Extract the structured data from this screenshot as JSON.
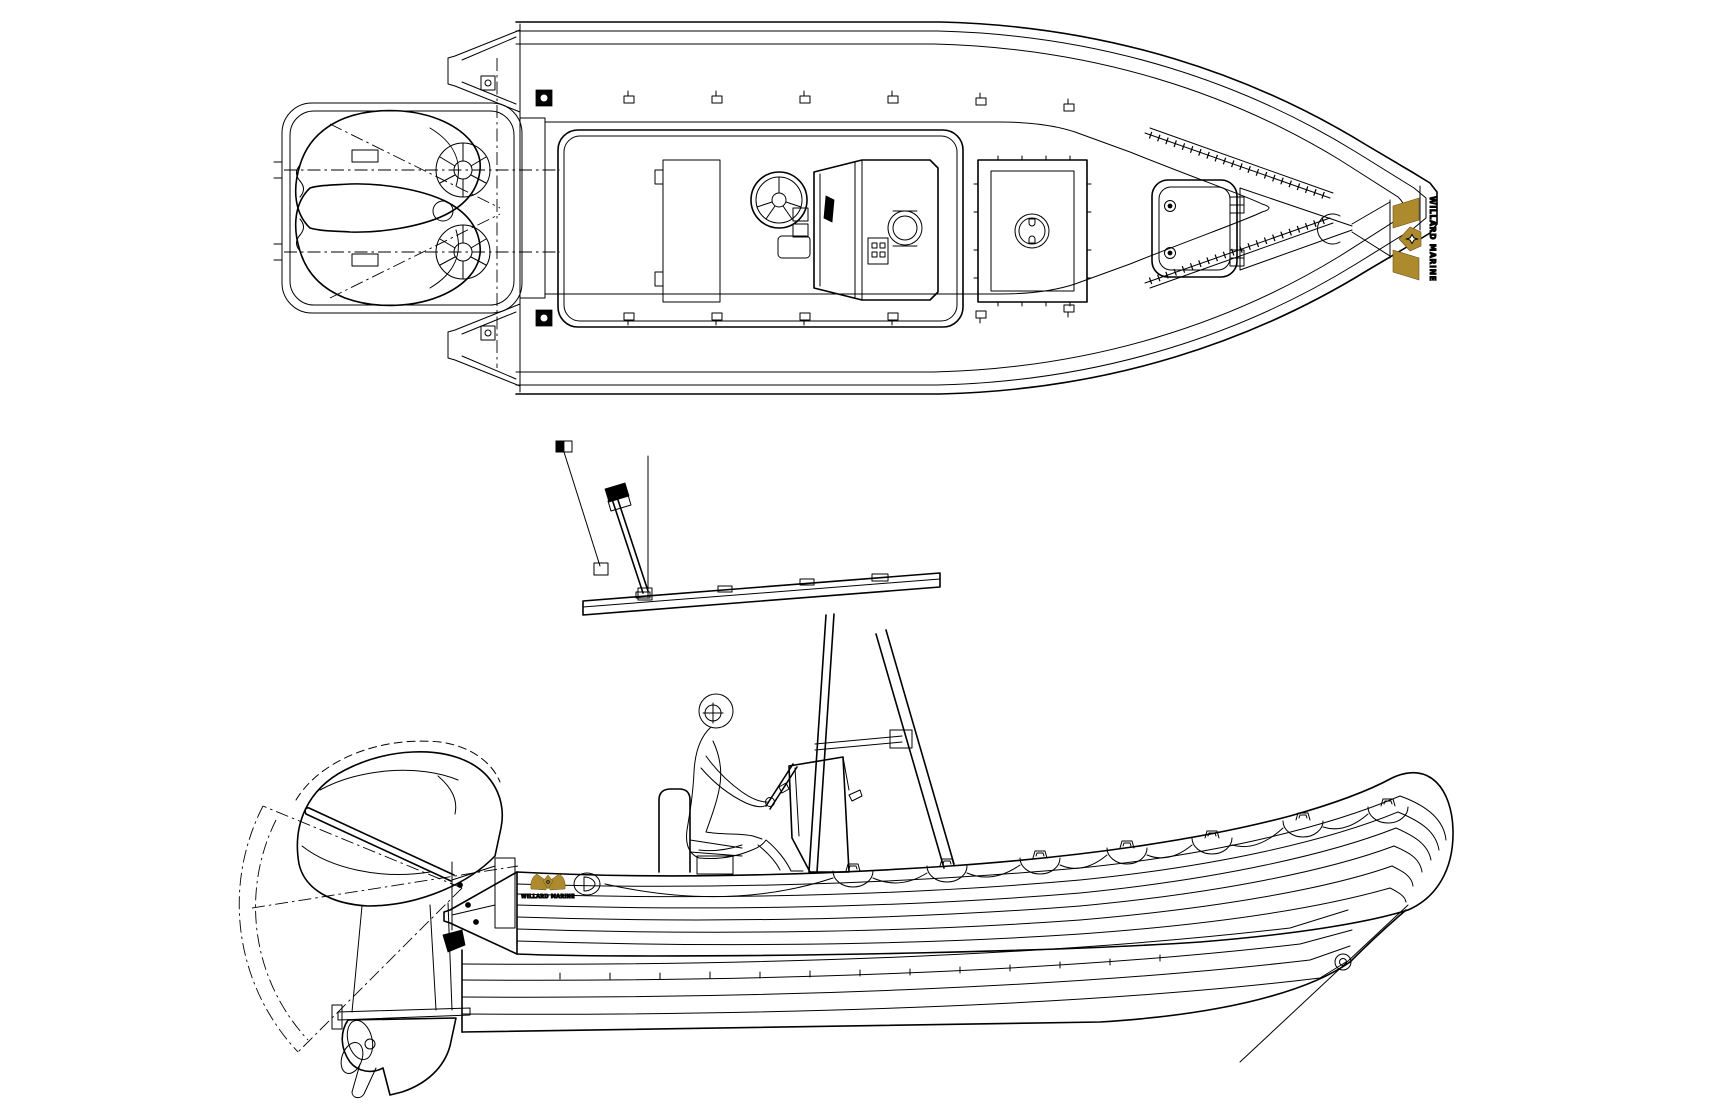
{
  "colors": {
    "background": "#ffffff",
    "line": "#000000",
    "logo_gold": "#ad8a2d",
    "logo_outline": "#6b5312"
  },
  "brand": {
    "name": "WILLARD MARINE"
  },
  "drawing": {
    "plan_view": {
      "logo_text": "WILLARD MARINE"
    },
    "profile_view": {
      "logo_text": "WILLARD MARINE"
    }
  }
}
